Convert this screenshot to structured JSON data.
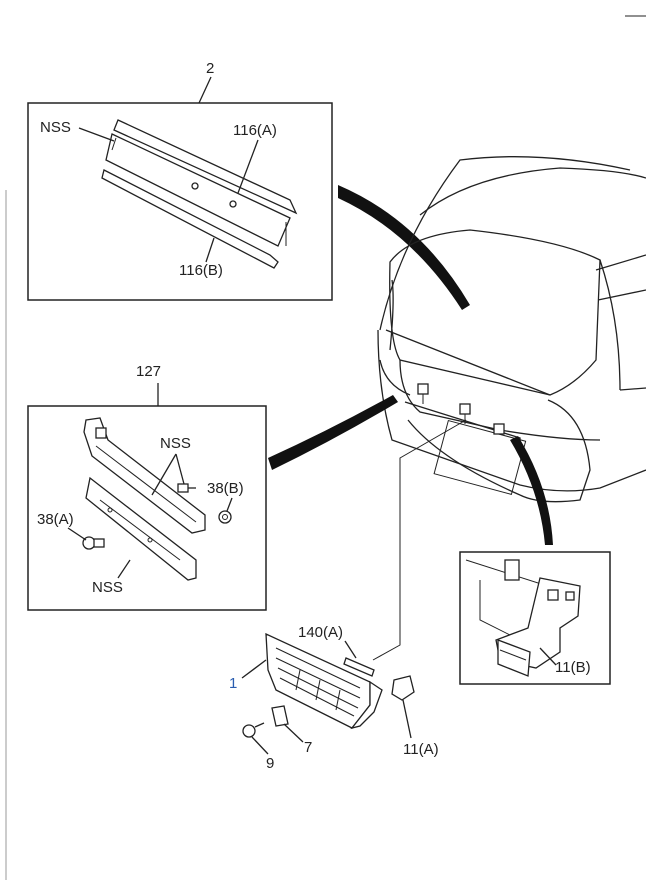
{
  "labels": {
    "top_ref": "2",
    "nss_top": "NSS",
    "p116a": "116(A)",
    "p116b": "116(B)",
    "mid_ref": "127",
    "nss_mid1": "NSS",
    "p38b": "38(B)",
    "p38a": "38(A)",
    "nss_mid2": "NSS",
    "p140a": "140(A)",
    "p1": "1",
    "p7": "7",
    "p9": "9",
    "p11a": "11(A)",
    "p11b": "11(B)"
  },
  "colors": {
    "line": "#222222",
    "callout_blue": "#2a5db0"
  }
}
